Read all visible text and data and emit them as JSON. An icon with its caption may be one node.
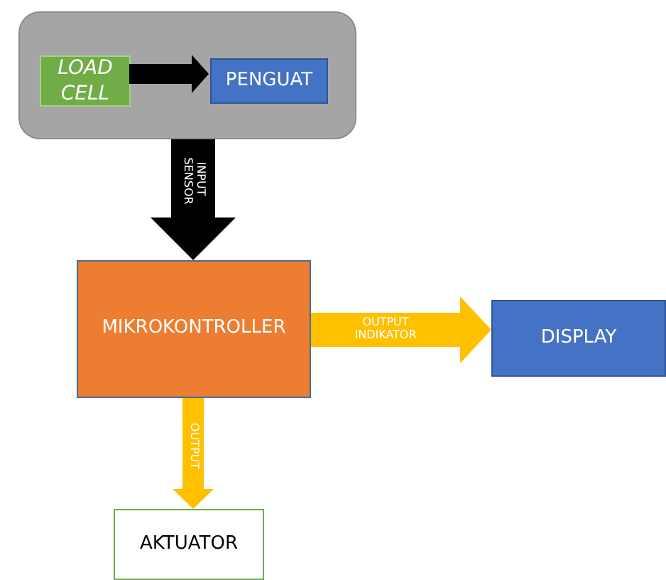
{
  "diagram": {
    "nodes": [
      {
        "text": [],
        "shape": "box"
      },
      {
        "text": [
          "LOAD CELL"
        ],
        "in": 0
      },
      {
        "text": [
          "PENGUAT"
        ],
        "in": 0
      },
      {
        "text": [
          "MIKROKONTROLLER"
        ]
      },
      {
        "text": [
          "DISPLAY"
        ]
      },
      {
        "text": [
          "AKTUATOR"
        ]
      }
    ],
    "edges": [
      {
        "from": 1,
        "to": 2,
        "arrow": "to",
        "color": "#000000"
      },
      {
        "from": 0,
        "to": 3,
        "arrow": "to",
        "label": "INPUT SENSOR",
        "style": "thick",
        "color": "#000000"
      },
      {
        "from": 3,
        "to": 4,
        "arrow": "to",
        "label": "OUTPUT INDIKATOR",
        "color": "#ffc000"
      },
      {
        "from": 3,
        "to": 5,
        "arrow": "to",
        "label": "OUTPUT",
        "color": "#ffc000"
      }
    ]
  }
}
